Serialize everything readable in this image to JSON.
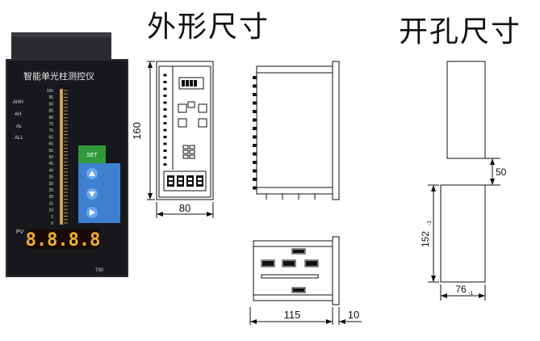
{
  "headings": {
    "outline": "外形尺寸",
    "cutout": "开孔尺寸"
  },
  "device": {
    "title": "智能单光柱测控仪",
    "scale_labels": [
      "100",
      "95",
      "90",
      "85",
      "80",
      "75",
      "70",
      "65",
      "60",
      "55",
      "50",
      "45",
      "40",
      "35",
      "30",
      "25",
      "20",
      "15",
      "10",
      "5",
      "0"
    ],
    "alarm_labels": [
      "AHH",
      "AH",
      "AL",
      "ALL"
    ],
    "set_label": "SET",
    "pv_label": "PV",
    "display": "8.8.8.8",
    "model": "T80",
    "colors": {
      "panel": "#17181c",
      "set": "#2f9a3a",
      "up_down": "#3f7fd0",
      "bar": "#d6a05a",
      "led": "#f0b030"
    }
  },
  "front_view": {
    "height_label": "160",
    "width_label": "80"
  },
  "bottom_view": {
    "depth_label": "115",
    "bezel_label": "10"
  },
  "cutout": {
    "gap_label": "50",
    "height_label": "152",
    "height_tol": "-1",
    "width_label": "76",
    "width_tol": "-1"
  }
}
